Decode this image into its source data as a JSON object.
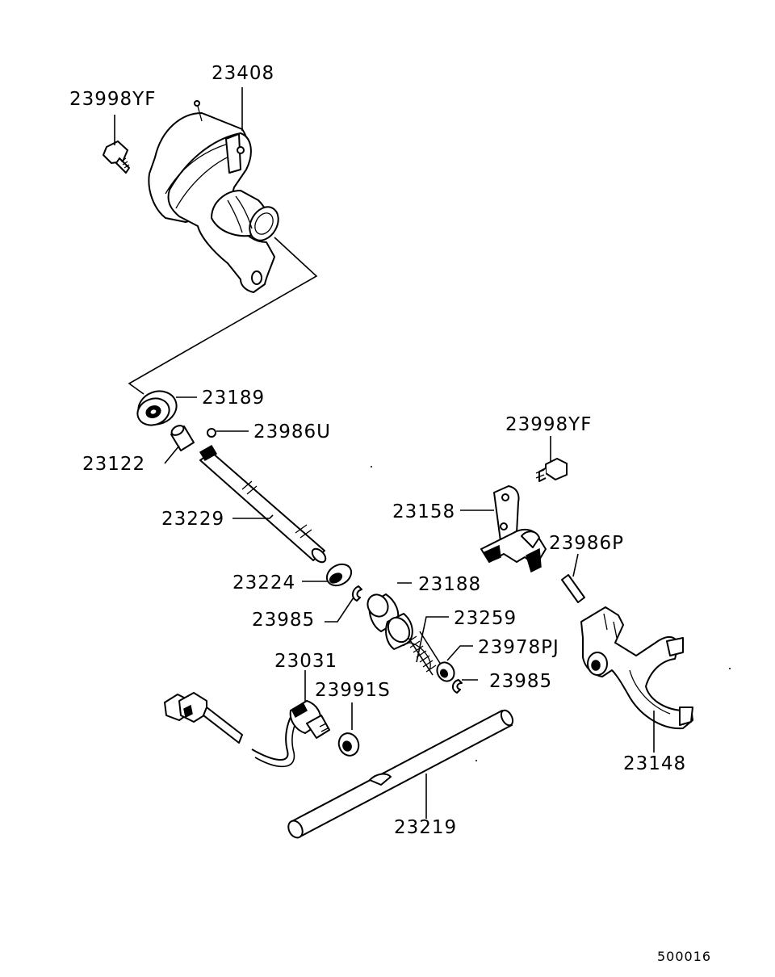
{
  "diagram": {
    "reference_number": "500016",
    "parts": [
      {
        "id": "p23408",
        "number": "23408"
      },
      {
        "id": "p23998yf_top",
        "number": "23998YF"
      },
      {
        "id": "p23189",
        "number": "23189"
      },
      {
        "id": "p23986u",
        "number": "23986U"
      },
      {
        "id": "p23122",
        "number": "23122"
      },
      {
        "id": "p23229",
        "number": "23229"
      },
      {
        "id": "p23224",
        "number": "23224"
      },
      {
        "id": "p23985_left",
        "number": "23985"
      },
      {
        "id": "p23188",
        "number": "23188"
      },
      {
        "id": "p23259",
        "number": "23259"
      },
      {
        "id": "p23978pj",
        "number": "23978PJ"
      },
      {
        "id": "p23985_right",
        "number": "23985"
      },
      {
        "id": "p23031",
        "number": "23031"
      },
      {
        "id": "p23991s",
        "number": "23991S"
      },
      {
        "id": "p23219",
        "number": "23219"
      },
      {
        "id": "p23998yf_right",
        "number": "23998YF"
      },
      {
        "id": "p23158",
        "number": "23158"
      },
      {
        "id": "p23986p",
        "number": "23986P"
      },
      {
        "id": "p23148",
        "number": "23148"
      }
    ]
  }
}
